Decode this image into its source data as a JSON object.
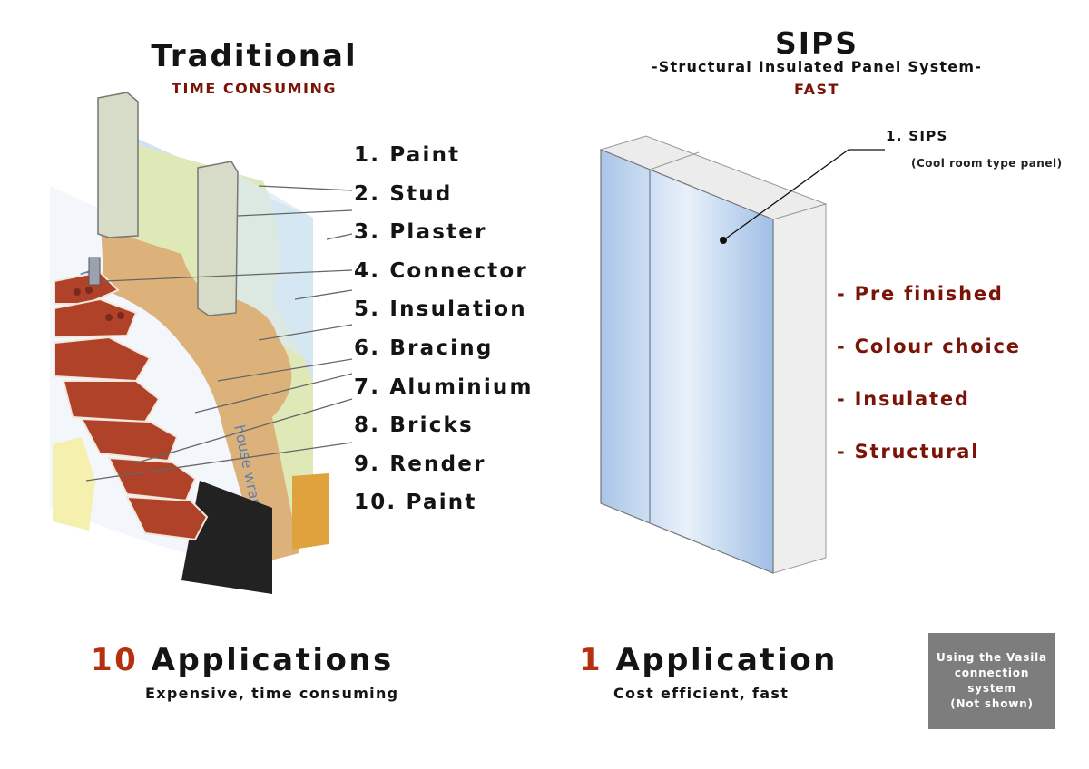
{
  "traditional": {
    "title": "Traditional",
    "subtitle": "TIME CONSUMING",
    "layers": [
      "1. Paint",
      "2. Stud",
      "3. Plaster",
      "4. Connector",
      "5. Insulation",
      "6. Bracing",
      "7. Aluminium",
      "8. Bricks",
      "9. Render",
      "10. Paint"
    ],
    "wrap_text": "house wrap",
    "summary_number": "10",
    "summary_label": "Applications",
    "summary_note": "Expensive, time consuming"
  },
  "sips": {
    "title": "SIPS",
    "subtitle": "-Structural Insulated Panel System-",
    "speed": "FAST",
    "callout_label": "1. SIPS",
    "callout_note": "(Cool room type panel)",
    "features": [
      "- Pre finished",
      "- Colour choice",
      "- Insulated",
      "- Structural"
    ],
    "summary_number": "1",
    "summary_label": "Application",
    "summary_note": "Cost efficient, fast"
  },
  "note_box": {
    "text_line1": "Using the Vasila",
    "text_line2": "connection",
    "text_line3": "system",
    "text_line4": "(Not shown)"
  },
  "colors": {
    "accent_dark_red": "#7a1408",
    "accent_orange_red": "#b4300f",
    "panel_blue": "#cfe0f4",
    "brick": "#b0422a",
    "insulation_yellow": "#e8eeb2",
    "note_box_gray": "#7d7d7d"
  }
}
